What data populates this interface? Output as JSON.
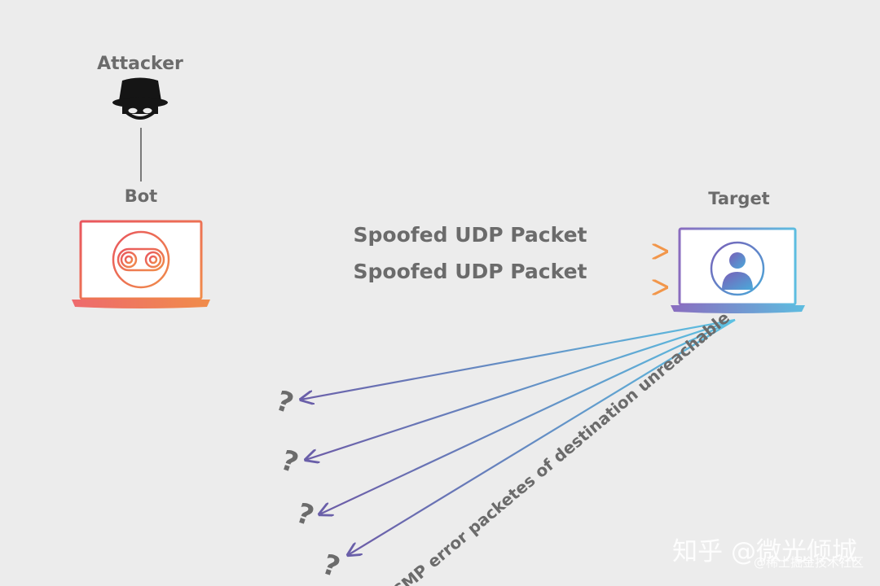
{
  "attacker": {
    "label": "Attacker",
    "icon": "spy-icon"
  },
  "bot": {
    "label": "Bot",
    "icon": "robot-face-icon"
  },
  "target": {
    "label": "Target",
    "icon": "user-avatar-icon"
  },
  "packets": [
    {
      "label": "Spoofed UDP Packet"
    },
    {
      "label": "Spoofed UDP Packet"
    }
  ],
  "icmp": {
    "label": "ICMP error packetes of destination unreachable",
    "unknown_marks": [
      "?",
      "?",
      "?",
      "?"
    ]
  },
  "watermark": {
    "primary": "知乎 @微光倾城",
    "secondary": "@稀土掘金技术社区"
  },
  "colors": {
    "background": "#ececec",
    "text": "#6b6b6b",
    "bot_gradient": [
      "#ee6a6e",
      "#f08c4a"
    ],
    "target_gradient": [
      "#8a6cbf",
      "#5dbde0"
    ],
    "return_arrow": "#6a6aae",
    "watermark": "#ffffff"
  }
}
